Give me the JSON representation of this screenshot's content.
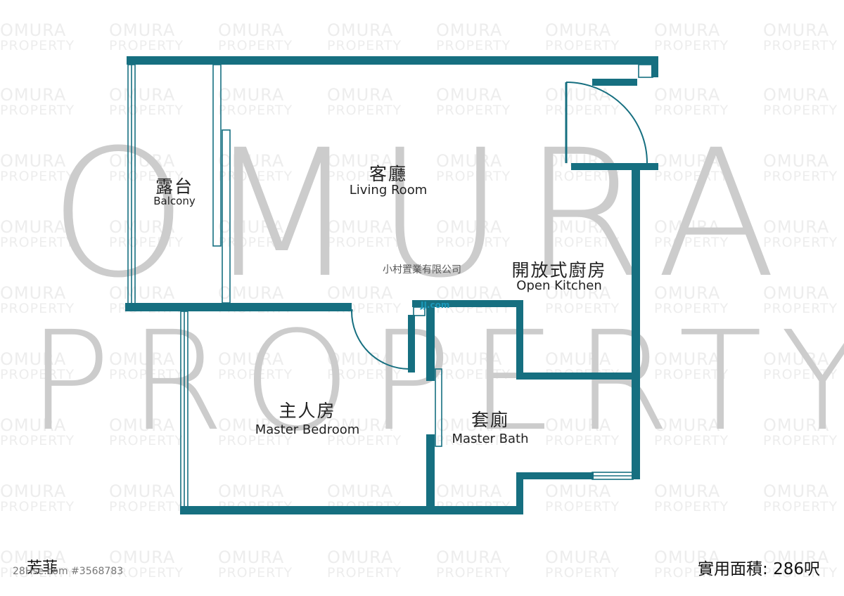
{
  "watermark": {
    "line1": "OMURA",
    "line2": "PROPERTY",
    "tile_line1": "OMURA",
    "tile_line2": "PROPERTY"
  },
  "rooms": {
    "balcony": {
      "zh": "露台",
      "en": "Balcony"
    },
    "living": {
      "zh": "客廳",
      "en": "Living Room"
    },
    "kitchen": {
      "zh": "開放式廚房",
      "en": "Open Kitchen"
    },
    "bedroom": {
      "zh": "主人房",
      "en": "Master Bedroom"
    },
    "bath": {
      "zh": "套廁",
      "en": "Master Bath"
    }
  },
  "company": "小村置業有限公司",
  "overlay_mark": "JJ.com",
  "footer": {
    "estate": "芳菲",
    "listing_id": "28Hse.com #3568783",
    "area": "實用面積: 286呎"
  },
  "colors": {
    "wall": "#166f80",
    "watermark_big": "#cccccc",
    "watermark_tile": "#ededed"
  }
}
